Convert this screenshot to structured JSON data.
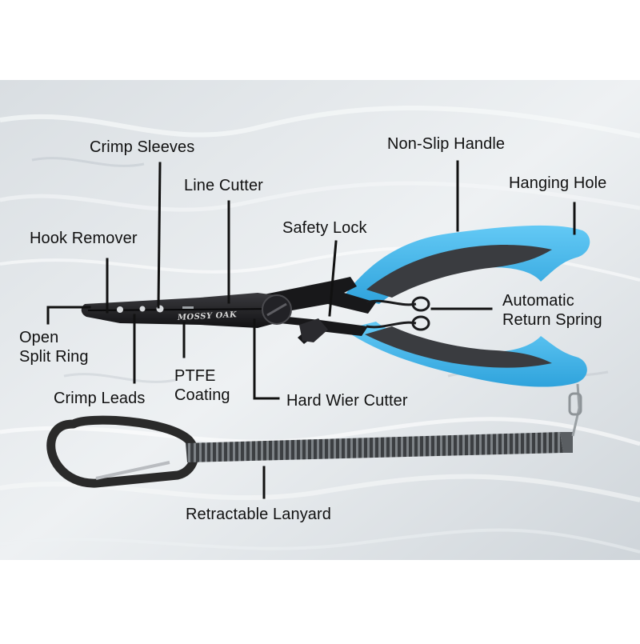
{
  "labels": {
    "crimp_sleeves": "Crimp Sleeves",
    "line_cutter": "Line Cutter",
    "non_slip_handle": "Non-Slip Handle",
    "hanging_hole": "Hanging Hole",
    "safety_lock": "Safety Lock",
    "hook_remover": "Hook Remover",
    "automatic_return_spring_line1": "Automatic",
    "automatic_return_spring_line2": "Return Spring",
    "open_split_ring_line1": "Open",
    "open_split_ring_line2": "Split Ring",
    "ptfe_coating_line1": "PTFE",
    "ptfe_coating_line2": "Coating",
    "crimp_leads": "Crimp Leads",
    "hard_wier_cutter": "Hard Wier Cutter",
    "retractable_lanyard": "Retractable Lanyard"
  },
  "brand_mark": "MOSSY OAK",
  "colors": {
    "handle_blue": "#3fb4ec",
    "handle_grip": "#3a3c40",
    "tool_body": "#1c1c1f",
    "callout_line": "#111111",
    "carabiner": "#2a2a2a",
    "lanyard_coil": "#4a4d50"
  },
  "icons": [
    "pliers-icon",
    "carabiner-icon",
    "lanyard-coil-icon"
  ]
}
